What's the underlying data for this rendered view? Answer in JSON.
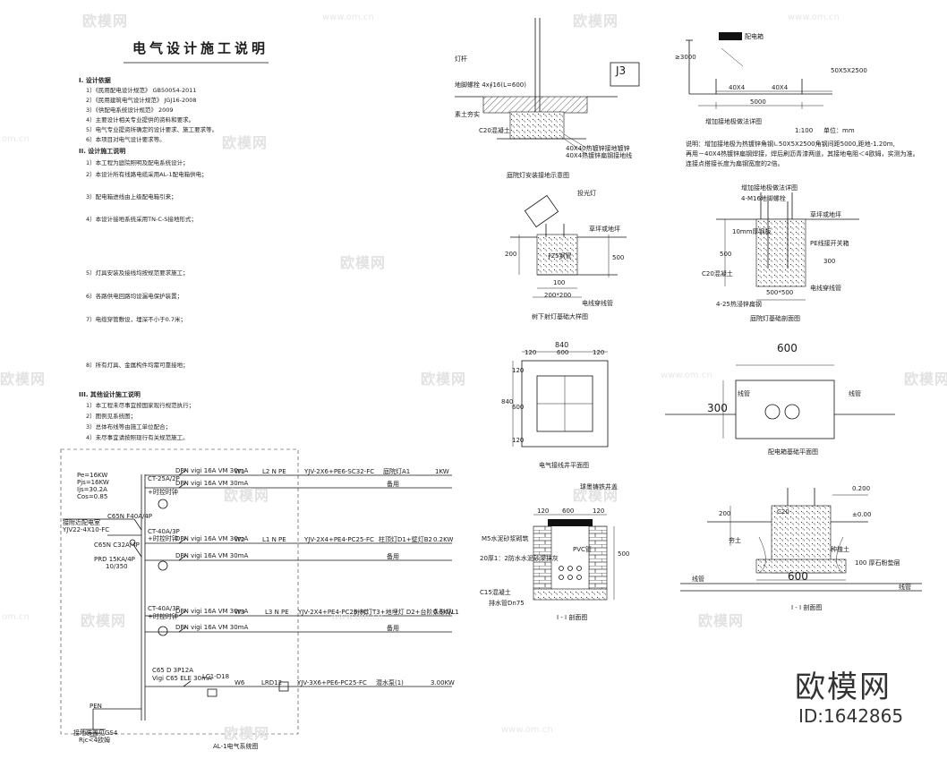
{
  "watermarks": {
    "brand": "欧模网",
    "url": "www.om.cn",
    "url_short": "om.cn"
  },
  "logo": {
    "name": "欧模网",
    "id": "ID:1642865"
  },
  "notes": {
    "title": "电气设计施工说明",
    "lines": [
      "I. 设计依据",
      "1）《民用配电设计规范》  GB50054-2011",
      "2）《民用建筑电气设计规范》  JGJ16-2008",
      "3）《供配电系统设计规范》  2009",
      "4）主要设计相关专业提供的资料和要求。",
      "5）电气专业提资所确定的设计要求、施工要求等。",
      "6）本项目对电气设计要求等。",
      "II. 设计施工说明",
      "1）本工程为庭院照明及配电系统设计；",
      "2）本设计所有线路电缆采用AL-1配电箱供电；",
      "3）配电箱进线由上级配电箱引来；",
      "4）本设计接地系统采用TN-C-S接地形式；",
      "5）灯具安装及接线均按规范要求施工；",
      "6）各路供电回路均设漏电保护装置；",
      "7）电缆穿管敷设，埋深不小于0.7米；",
      "8）所有灯具、金属构件均需可靠接地；",
      "III. 其他设计施工说明",
      "1）本工程未尽事宜按国家现行规范执行；",
      "2）图例见系统图；",
      "3）总体布线等由施工单位配合；",
      "4）未尽事宜请按照现行有关规范施工。"
    ]
  },
  "system": {
    "caption": "AL-1电气系统图",
    "load": [
      "Pe=16KW",
      "Pjs=16KW",
      "Ijs=30.2A",
      "Cos=0.85"
    ],
    "incoming": [
      "接附近配电室",
      "YJV22-4X10-FC"
    ],
    "main_breaker": "C65N F40A/4P",
    "meter": "C65N C32A/4P",
    "spd": [
      "PRD 15KA/4P",
      "10/350"
    ],
    "pen": "PEN",
    "ground": [
      "接地装置见GS4",
      "Rjc<4欧姆"
    ],
    "circuits": [
      {
        "ct": "CT-25A/2P",
        "breaker": "DPN vigi 16A VM 30mA",
        "line": "W1",
        "phase": "L2 N PE",
        "cable": "YJV-2X6+PE6-SC32-FC",
        "desc": "庭院灯A1",
        "load": "1KW"
      },
      {
        "ct": "+时控时钟",
        "breaker": "DPN vigi 16A VM 30mA",
        "line": "",
        "phase": "",
        "cable": "",
        "desc": "备用",
        "load": ""
      },
      {
        "ct": "CT-40A/3P",
        "breaker": "DPN vigi 16A VM 30mA",
        "line": "W2",
        "phase": "L1 N PE",
        "cable": "YJV-2X4+PE4-PC25-FC",
        "desc": "柱顶灯D1+壁灯B2",
        "load": "0.2KW"
      },
      {
        "ct": "+时控时钟",
        "breaker": "DPN vigi 16A VM 30mA",
        "line": "",
        "phase": "",
        "cable": "",
        "desc": "备用",
        "load": ""
      },
      {
        "ct": "CT-40A/3P",
        "breaker": "DPN vigi 16A VM 30mA",
        "line": "W3",
        "phase": "L3 N PE",
        "cable": "YJV-2X4+PE4-PC25-FC",
        "desc": "树树灯T3+地埋灯 D2+台阶条形灯L1",
        "load": "0.6KW"
      },
      {
        "ct": "+时控时钟",
        "breaker": "DPN vigi 16A VM 30mA",
        "line": "",
        "phase": "",
        "cable": "",
        "desc": "备用",
        "load": ""
      },
      {
        "ct": "C65 D 3P12A",
        "breaker": "Vigi C65 ELE 30mA",
        "line": "W6",
        "phase": "LRD12",
        "cable": "YJV-3X6+PE6-PC25-FC",
        "desc": "潜水泵(1)",
        "load": "3.00KW"
      }
    ],
    "contactor": "LC1-D18"
  },
  "lamp_detail": {
    "title": "J3",
    "labels": [
      "灯杆",
      "地脚螺栓 4x∮16(L=600)",
      "素土夯实",
      "C20混凝土",
      "40X40热镀锌接地镀锌",
      "40X4热镀锌扁钢接地线"
    ],
    "caption": "庭院灯安装接地示意图"
  },
  "ground_detail": {
    "top": "配电箱",
    "dims": [
      "≥3000",
      "5000",
      "50X5X2500",
      "40X4",
      "40X4",
      "1:100"
    ],
    "unit": "单位：mm",
    "caption": "增加接地极做法详图",
    "notes": [
      "说明：增加接地极为热镀锌角钢∟50X5X2500角钢间距5000,距地-1.20m,",
      "再用－40X4热镀锌扁钢焊接，焊后刷沥青漆两道，其接地电阻＜4欧姆，实测为准。",
      "连接点搭接长度为扁钢宽度的2倍。"
    ]
  },
  "tree_light": {
    "labels": [
      "投光灯",
      "草坪或地坪",
      "∮25钢管",
      "电线穿线管"
    ],
    "dims": [
      "200",
      "500",
      "200*200",
      "100"
    ],
    "caption": "树下射灯基础大样图"
  },
  "garden_base": {
    "labels": [
      "4-M16地脚螺栓",
      "草坪或地坪",
      "10mm厚钢板",
      "PE线接开关箱",
      "C20混凝土",
      "电线穿线管",
      "4-25热浸锌扁钢"
    ],
    "dims": [
      "500",
      "300",
      "500*500"
    ],
    "caption": "庭院灯基础剖面图"
  },
  "well_plan": {
    "dims": [
      "840",
      "120",
      "600",
      "120",
      "840",
      "120",
      "600",
      "120"
    ],
    "caption": "电气接线井平面图"
  },
  "box_plan": {
    "dims": [
      "600",
      "300"
    ],
    "labels": [
      "线管",
      "线管"
    ],
    "caption": "配电箱基础平面图"
  },
  "well_section": {
    "dims": [
      "120",
      "600",
      "120",
      "500"
    ],
    "labels": [
      "球墨铸铁井盖",
      "M5水泥砂浆砌筑",
      "20厚1：2防水水泥砂浆抹灰",
      "PVC管",
      "C15混凝土",
      "排水管Dn75"
    ],
    "caption": "I - I 剖面图"
  },
  "box_section": {
    "dims": [
      "0.200",
      "±0.00",
      "200",
      "C20",
      "600",
      "100"
    ],
    "labels": [
      "夯土",
      "种植土",
      "100 厚石粉垫层",
      "线管",
      "线管"
    ],
    "caption": "I - I 剖面图"
  }
}
